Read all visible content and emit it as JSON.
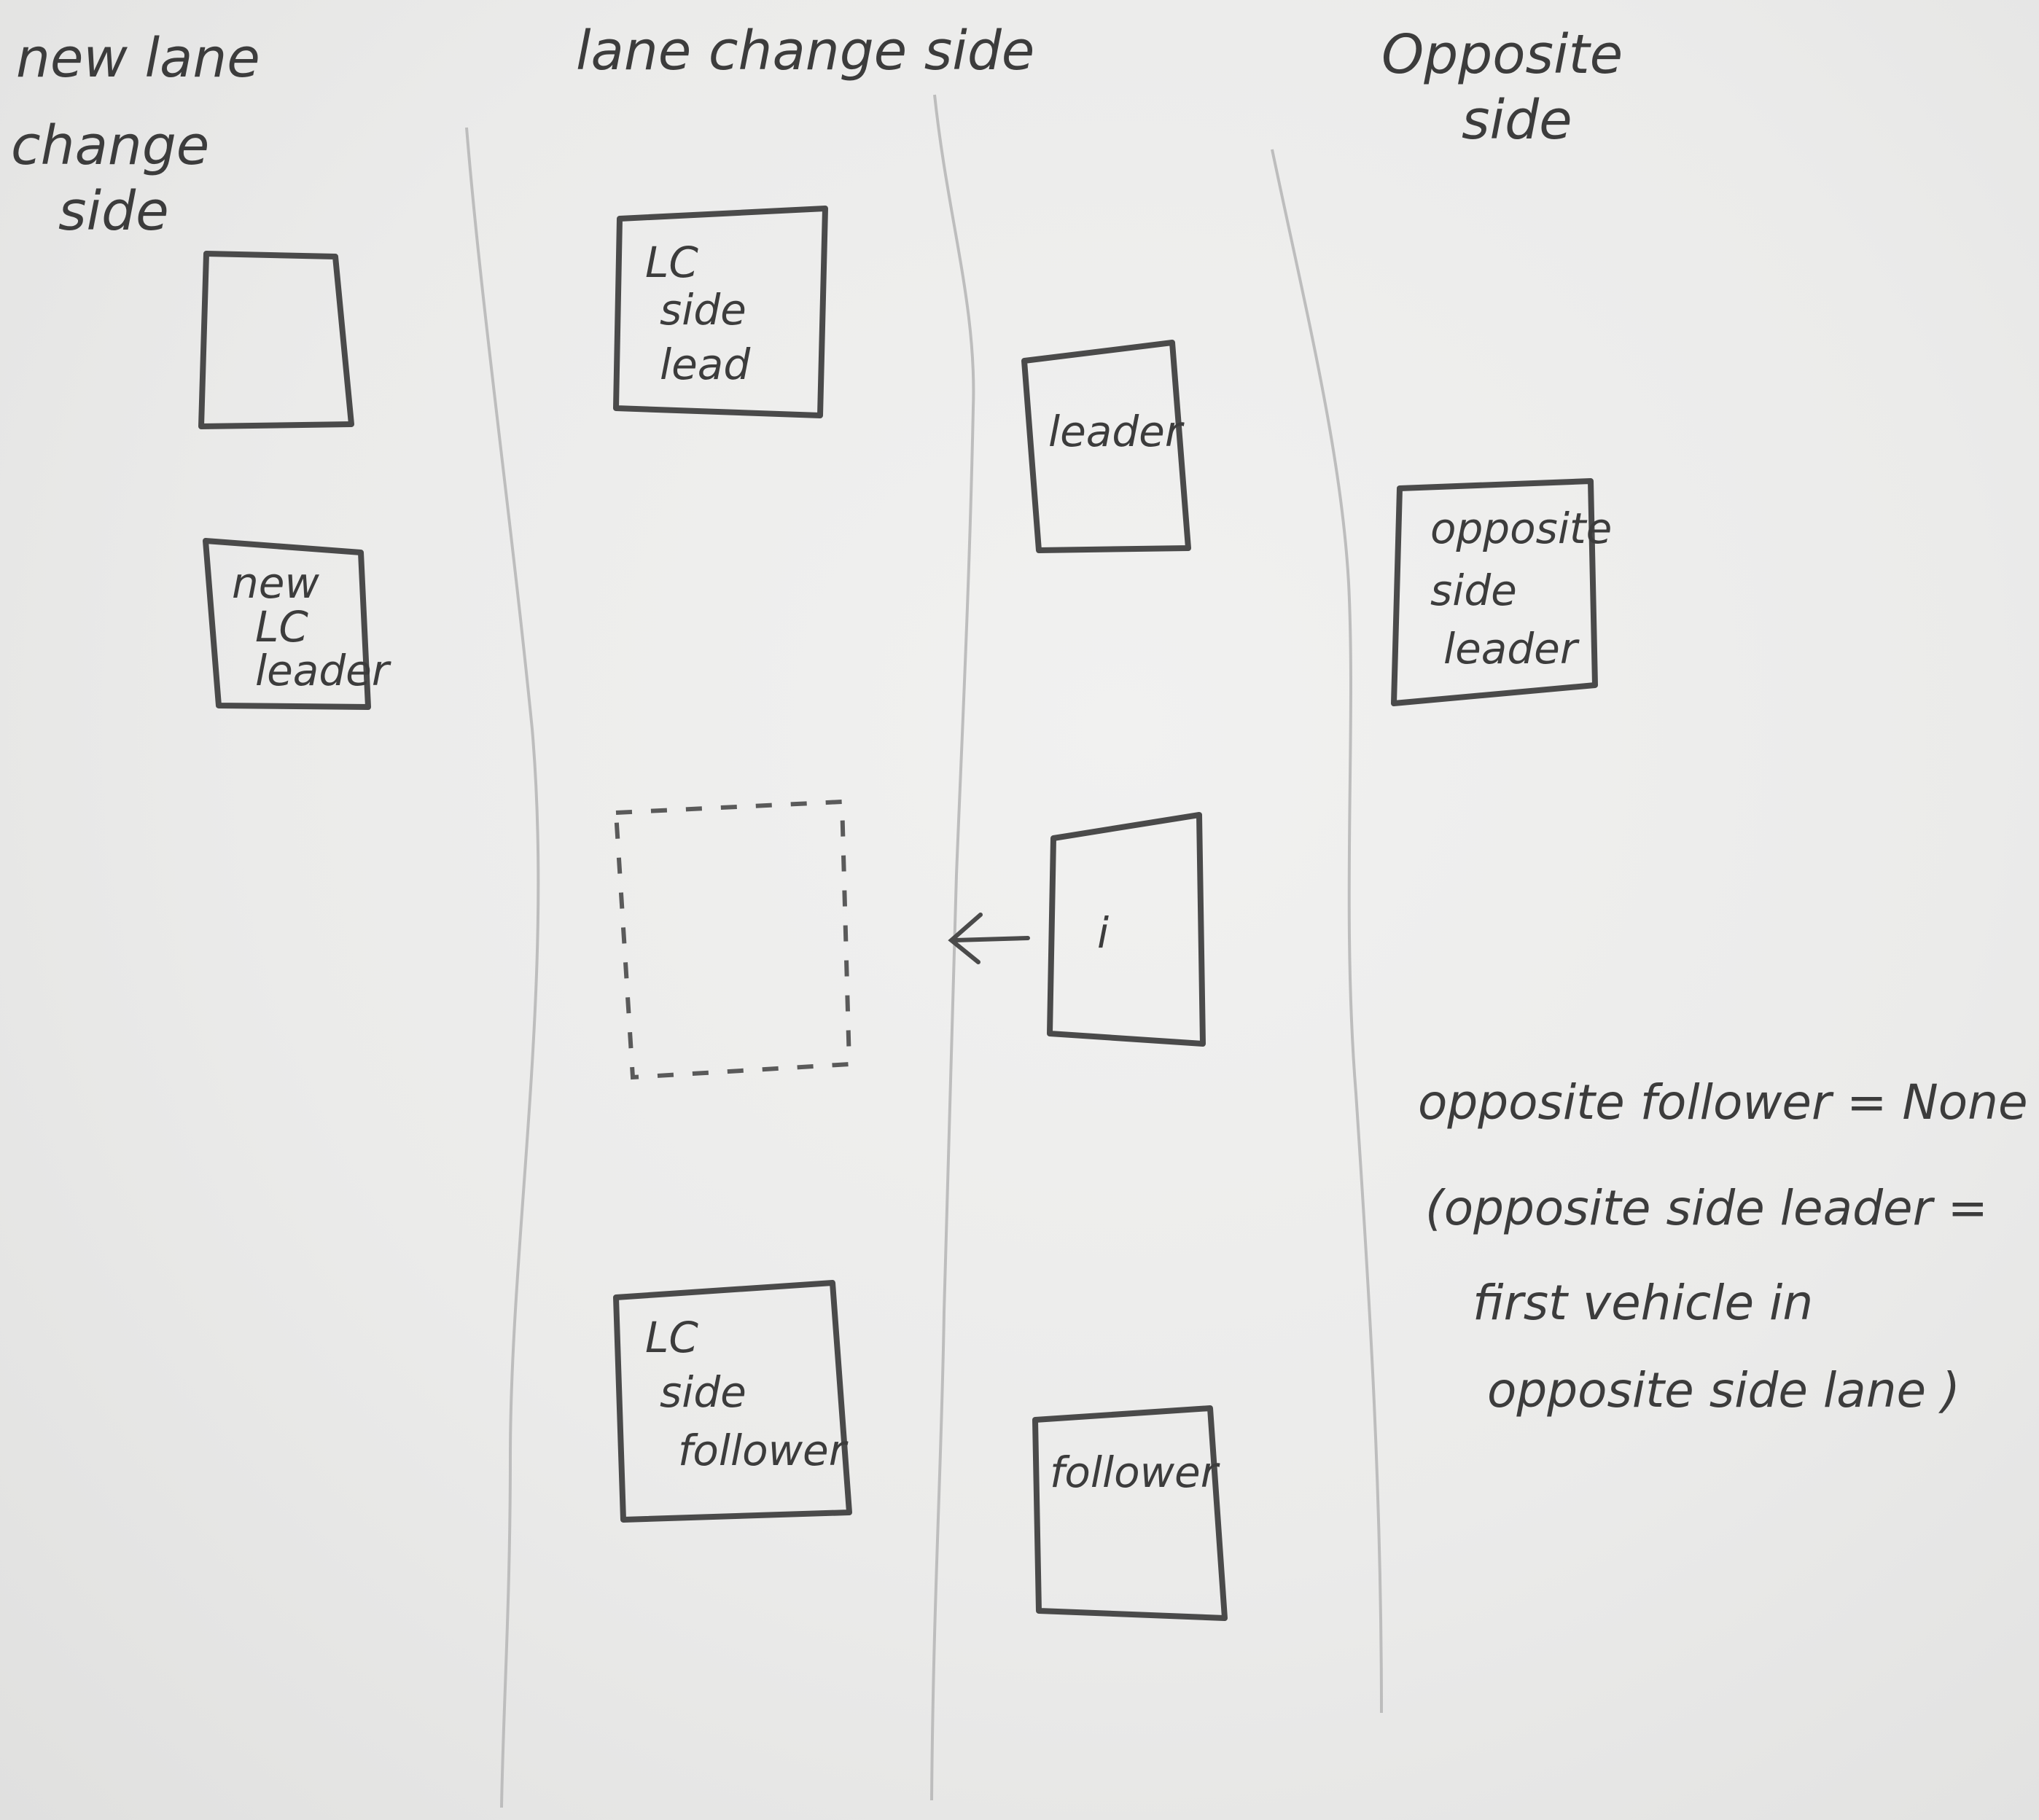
{
  "headers": {
    "new_lc_side": [
      "new lane",
      "change",
      "side"
    ],
    "lc_side": "lane change side",
    "opposite_side": [
      "Opposite",
      "side"
    ]
  },
  "vehicles": {
    "new_lc_top": [],
    "new_lc_leader": [
      "new",
      "LC",
      "leader"
    ],
    "lc_side_lead": [
      "LC",
      "side",
      "lead"
    ],
    "lc_side_follower": [
      "LC",
      "side",
      "follower"
    ],
    "leader": [
      "leader"
    ],
    "ego": [
      "i"
    ],
    "follower": [
      "follower"
    ],
    "opposite_side_leader": [
      "opposite",
      "side",
      "leader"
    ]
  },
  "note": [
    "opposite follower = None",
    "(opposite side leader =",
    "first vehicle in",
    "opposite side lane )"
  ]
}
